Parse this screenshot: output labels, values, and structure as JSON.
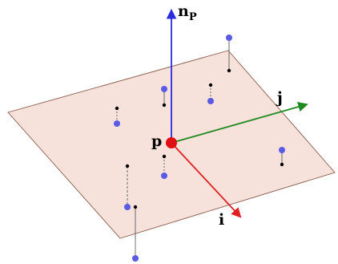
{
  "labels": {
    "normal": "n",
    "normal_sub": "P",
    "point": "p",
    "axis_i": "i",
    "axis_j": "j"
  },
  "colors": {
    "plane_fill": "#f6e2da",
    "plane_edge": "#8b5a4a",
    "normal_axis": "#2a2ae0",
    "axis_i": "#e02020",
    "axis_j": "#1f8a1f",
    "origin_point": "#e01010",
    "sample_point": "#5a5ae6",
    "projection_point": "#000000",
    "connector": "#777777"
  }
}
